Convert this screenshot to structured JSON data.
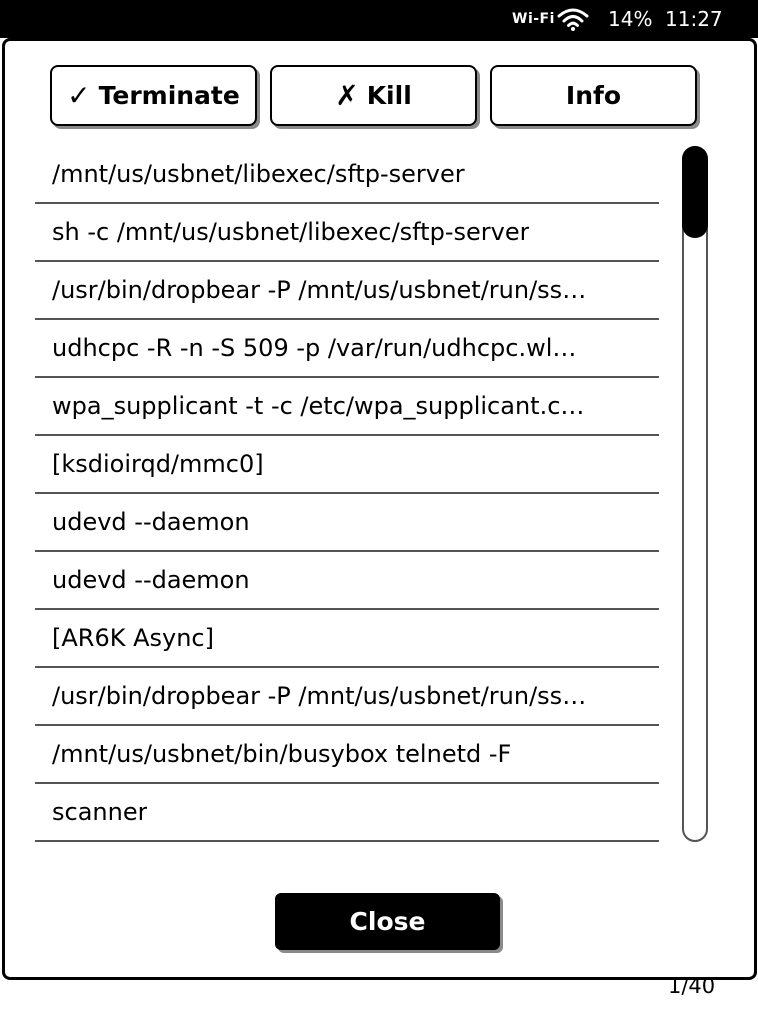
{
  "status_bar": {
    "wifi_label": "Wi-Fi",
    "battery": "14%",
    "time": "11:27"
  },
  "toolbar": {
    "terminate_icon": "✓",
    "terminate_label": "Terminate",
    "kill_icon": "✗",
    "kill_label": "Kill",
    "info_label": "Info"
  },
  "processes": [
    "/mnt/us/usbnet/libexec/sftp-server",
    "sh -c /mnt/us/usbnet/libexec/sftp-server",
    "/usr/bin/dropbear -P /mnt/us/usbnet/run/ss…",
    "udhcpc -R -n -S 509 -p /var/run/udhcpc.wl…",
    "wpa_supplicant -t -c /etc/wpa_supplicant.c…",
    "[ksdioirqd/mmc0]",
    "udevd --daemon",
    "udevd --daemon",
    "[AR6K Async]",
    "/usr/bin/dropbear -P /mnt/us/usbnet/run/ss…",
    "/mnt/us/usbnet/bin/busybox telnetd -F",
    "scanner"
  ],
  "close_label": "Close",
  "page_indicator": "1/40"
}
